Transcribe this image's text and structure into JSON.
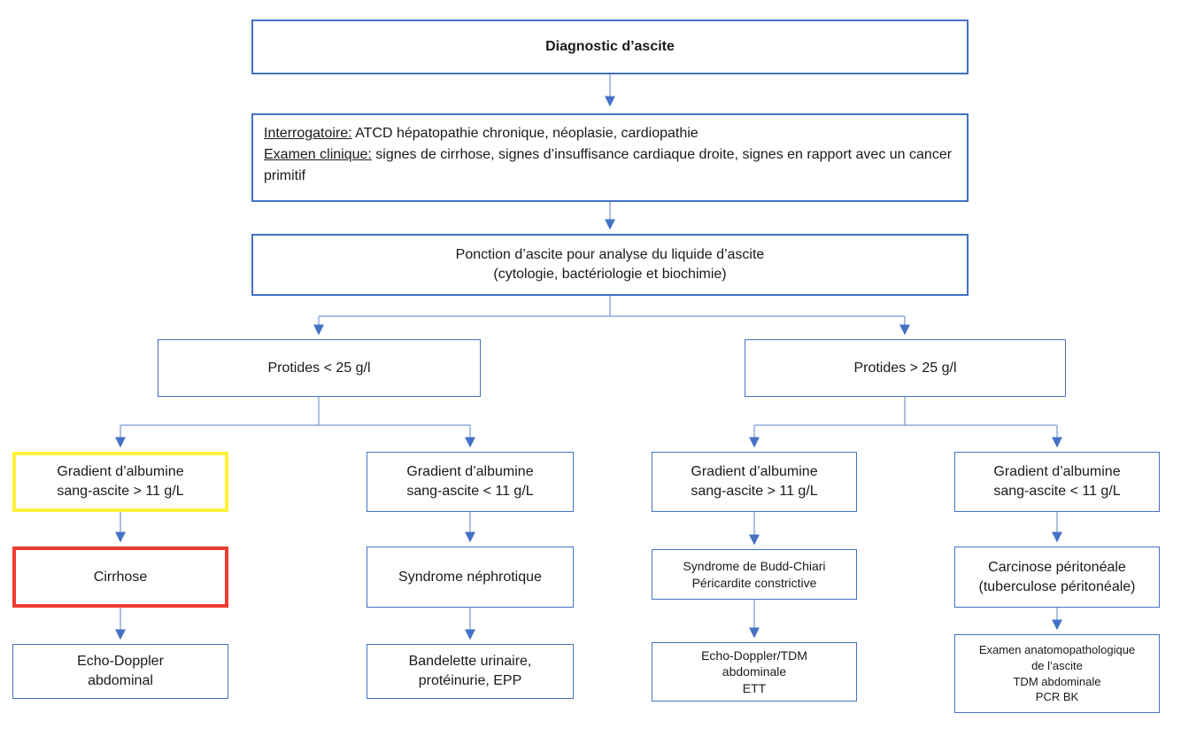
{
  "colors": {
    "box_border": "#4472C4",
    "connector": "#8FAADC",
    "arrowhead": "#4472C4",
    "highlight_yellow": "#FFF23B",
    "highlight_red": "#EE3B2F",
    "text": "#1A1A1A"
  },
  "title_box": {
    "label": "Diagnostic d’ascite"
  },
  "history_box": {
    "interrogatoire_label": "Interrogatoire:",
    "interrogatoire_text": " ATCD hépatopathie chronique, néoplasie, cardiopathie",
    "examen_label": "Examen clinique:",
    "examen_text": " signes de cirrhose, signes d’insuffisance cardiaque droite, signes en rapport avec un cancer primitif"
  },
  "ponction_box": {
    "label": "Ponction d’ascite pour analyse du liquide d’ascite\n(cytologie, bactériologie et biochimie)"
  },
  "protides": {
    "left": "Protides < 25 g/l",
    "right": "Protides > 25 g/l"
  },
  "columns": [
    {
      "gradient": "Gradient d’albumine\nsang-ascite > 11 g/L",
      "diagnosis": "Cirrhose",
      "workup": "Echo-Doppler\nabdominal"
    },
    {
      "gradient": "Gradient d’albumine\nsang-ascite < 11 g/L",
      "diagnosis": "Syndrome néphrotique",
      "workup": "Bandelette urinaire,\nprotéinurie, EPP"
    },
    {
      "gradient": "Gradient d’albumine\nsang-ascite > 11 g/L",
      "diagnosis": "Syndrome de Budd-Chiari\nPéricardite constrictive",
      "workup": "Echo-Doppler/TDM\nabdominale\nETT"
    },
    {
      "gradient": "Gradient d’albumine\nsang-ascite < 11 g/L",
      "diagnosis": "Carcinose péritonéale\n(tuberculose péritonéale)",
      "workup": "Examen anatomopathologique\nde l’ascite\nTDM abdominale\nPCR BK"
    }
  ]
}
